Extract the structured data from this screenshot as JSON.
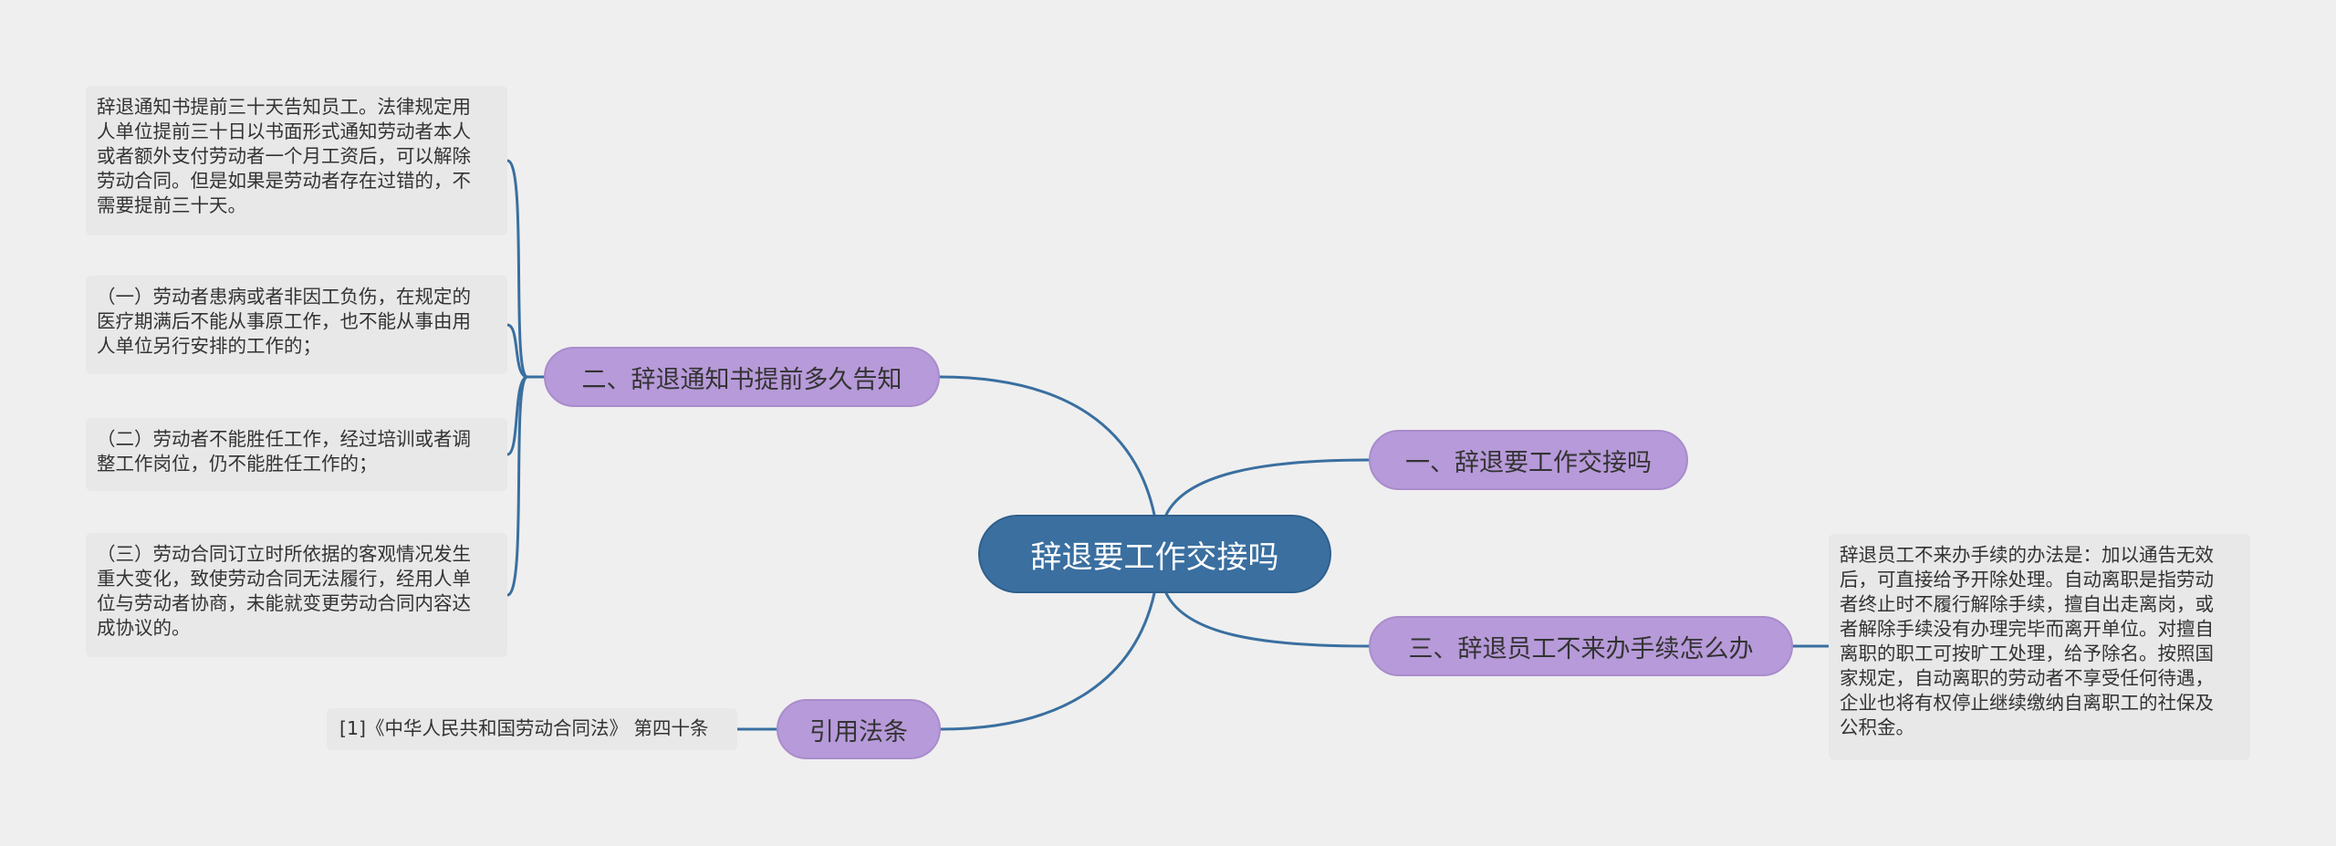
{
  "colors": {
    "background": "#efefef",
    "root_fill": "#3a6fa0",
    "branch_fill": "#b79ad9",
    "leaf_fill": "#e8e8e8",
    "link": "#3a6fa0"
  },
  "root": {
    "text": "辞退要工作交接吗"
  },
  "branches": [
    {
      "text": "一、辞退要工作交接吗"
    },
    {
      "text": "二、辞退通知书提前多久告知",
      "children": [
        {
          "text": "辞退通知书提前三十天告知员工。法律规定用\n人单位提前三十日以书面形式通知劳动者本人\n或者额外支付劳动者一个月工资后，可以解除\n劳动合同。但是如果是劳动者存在过错的，不\n需要提前三十天。"
        },
        {
          "text": "（一）劳动者患病或者非因工负伤，在规定的\n医疗期满后不能从事原工作，也不能从事由用\n人单位另行安排的工作的；"
        },
        {
          "text": "（二）劳动者不能胜任工作，经过培训或者调\n整工作岗位，仍不能胜任工作的；"
        },
        {
          "text": "（三）劳动合同订立时所依据的客观情况发生\n重大变化，致使劳动合同无法履行，经用人单\n位与劳动者协商，未能就变更劳动合同内容达\n成协议的。"
        }
      ]
    },
    {
      "text": "三、辞退员工不来办手续怎么办",
      "children": [
        {
          "text": "辞退员工不来办手续的办法是：加以通告无效\n后，可直接给予开除处理。自动离职是指劳动\n者终止时不履行解除手续，擅自出走离岗，或\n者解除手续没有办理完毕而离开单位。对擅自\n离职的职工可按旷工处理，给予除名。按照国\n家规定，自动离职的劳动者不享受任何待遇，\n企业也将有权停止继续缴纳自离职工的社保及\n公积金。"
        }
      ]
    },
    {
      "text": "引用法条",
      "children": [
        {
          "text": "[1]《中华人民共和国劳动合同法》 第四十条"
        }
      ]
    }
  ]
}
